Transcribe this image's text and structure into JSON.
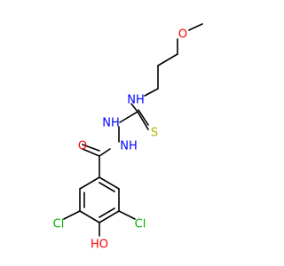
{
  "structure": {
    "atoms": [
      {
        "id": "o_methoxy",
        "label": "O",
        "color": "#ff0000"
      },
      {
        "id": "nh_amine",
        "label": "NH",
        "color": "#0000ff"
      },
      {
        "id": "nh_hydrazine_upper",
        "label": "NH",
        "color": "#0000ff"
      },
      {
        "id": "s_thione",
        "label": "S",
        "color": "#b2b200"
      },
      {
        "id": "nh_hydrazine_lower",
        "label": "NH",
        "color": "#0000ff"
      },
      {
        "id": "o_carbonyl",
        "label": "O",
        "color": "#ff0000"
      },
      {
        "id": "cl_left",
        "label": "Cl",
        "color": "#00b200"
      },
      {
        "id": "cl_right",
        "label": "Cl",
        "color": "#00b200"
      },
      {
        "id": "ho_hydroxyl",
        "label": "HO",
        "color": "#ff0000"
      }
    ]
  }
}
